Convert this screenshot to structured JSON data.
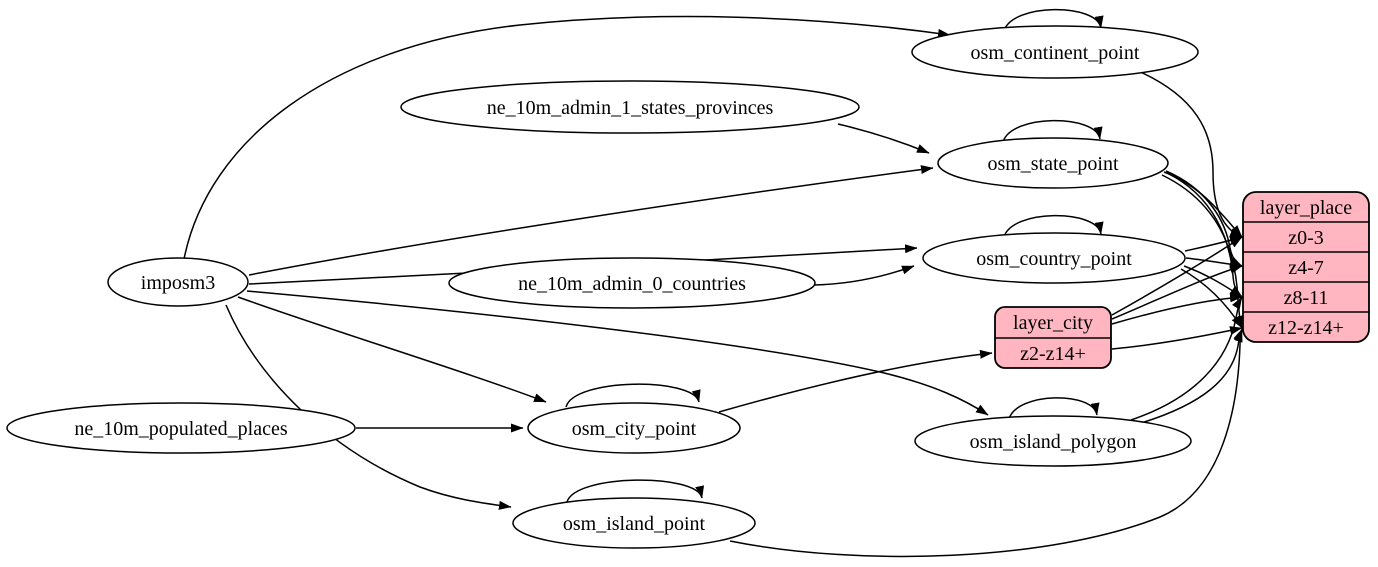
{
  "colors": {
    "background": "#ffffff",
    "node_fill": "#ffffff",
    "record_fill": "#ffb6c1",
    "stroke": "#000000"
  },
  "nodes": {
    "imposm3": {
      "shape": "ellipse",
      "label": "imposm3"
    },
    "ne_10m_admin_1_states_provinces": {
      "shape": "ellipse",
      "label": "ne_10m_admin_1_states_provinces"
    },
    "ne_10m_admin_0_countries": {
      "shape": "ellipse",
      "label": "ne_10m_admin_0_countries"
    },
    "ne_10m_populated_places": {
      "shape": "ellipse",
      "label": "ne_10m_populated_places"
    },
    "osm_continent_point": {
      "shape": "ellipse",
      "label": "osm_continent_point"
    },
    "osm_state_point": {
      "shape": "ellipse",
      "label": "osm_state_point"
    },
    "osm_country_point": {
      "shape": "ellipse",
      "label": "osm_country_point"
    },
    "osm_city_point": {
      "shape": "ellipse",
      "label": "osm_city_point"
    },
    "osm_island_polygon": {
      "shape": "ellipse",
      "label": "osm_island_polygon"
    },
    "osm_island_point": {
      "shape": "ellipse",
      "label": "osm_island_point"
    },
    "layer_city": {
      "shape": "record",
      "title": "layer_city",
      "rows": [
        "z2-z14+"
      ]
    },
    "layer_place": {
      "shape": "record",
      "title": "layer_place",
      "rows": [
        "z0-3",
        "z4-7",
        "z8-11",
        "z12-z14+"
      ]
    }
  },
  "edges": [
    {
      "from": "imposm3",
      "to": "osm_continent_point"
    },
    {
      "from": "imposm3",
      "to": "osm_state_point"
    },
    {
      "from": "imposm3",
      "to": "osm_country_point"
    },
    {
      "from": "imposm3",
      "to": "osm_city_point"
    },
    {
      "from": "imposm3",
      "to": "osm_island_polygon"
    },
    {
      "from": "imposm3",
      "to": "osm_island_point"
    },
    {
      "from": "ne_10m_admin_1_states_provinces",
      "to": "osm_state_point"
    },
    {
      "from": "ne_10m_admin_0_countries",
      "to": "osm_country_point"
    },
    {
      "from": "ne_10m_populated_places",
      "to": "osm_city_point"
    },
    {
      "from": "osm_continent_point",
      "to": "osm_continent_point",
      "self_loop": true
    },
    {
      "from": "osm_state_point",
      "to": "osm_state_point",
      "self_loop": true
    },
    {
      "from": "osm_country_point",
      "to": "osm_country_point",
      "self_loop": true
    },
    {
      "from": "osm_city_point",
      "to": "osm_city_point",
      "self_loop": true
    },
    {
      "from": "osm_island_polygon",
      "to": "osm_island_polygon",
      "self_loop": true
    },
    {
      "from": "osm_island_point",
      "to": "osm_island_point",
      "self_loop": true
    },
    {
      "from": "osm_city_point",
      "to": "layer_city",
      "port": "z2-z14+"
    },
    {
      "from": "osm_continent_point",
      "to": "layer_place",
      "port": "z0-3"
    },
    {
      "from": "osm_state_point",
      "to": "layer_place",
      "port": "z0-3"
    },
    {
      "from": "osm_state_point",
      "to": "layer_place",
      "port": "z4-7"
    },
    {
      "from": "osm_state_point",
      "to": "layer_place",
      "port": "z8-11"
    },
    {
      "from": "osm_state_point",
      "to": "layer_place",
      "port": "z12-z14+"
    },
    {
      "from": "osm_country_point",
      "to": "layer_place",
      "port": "z0-3"
    },
    {
      "from": "osm_country_point",
      "to": "layer_place",
      "port": "z4-7"
    },
    {
      "from": "osm_country_point",
      "to": "layer_place",
      "port": "z8-11"
    },
    {
      "from": "osm_country_point",
      "to": "layer_place",
      "port": "z12-z14+"
    },
    {
      "from": "layer_city",
      "to": "layer_place",
      "port": "z0-3"
    },
    {
      "from": "layer_city",
      "to": "layer_place",
      "port": "z4-7"
    },
    {
      "from": "layer_city",
      "to": "layer_place",
      "port": "z8-11"
    },
    {
      "from": "layer_city",
      "to": "layer_place",
      "port": "z12-z14+"
    },
    {
      "from": "osm_island_polygon",
      "to": "layer_place",
      "port": "z8-11"
    },
    {
      "from": "osm_island_polygon",
      "to": "layer_place",
      "port": "z12-z14+"
    },
    {
      "from": "osm_island_point",
      "to": "layer_place",
      "port": "z12-z14+"
    }
  ]
}
